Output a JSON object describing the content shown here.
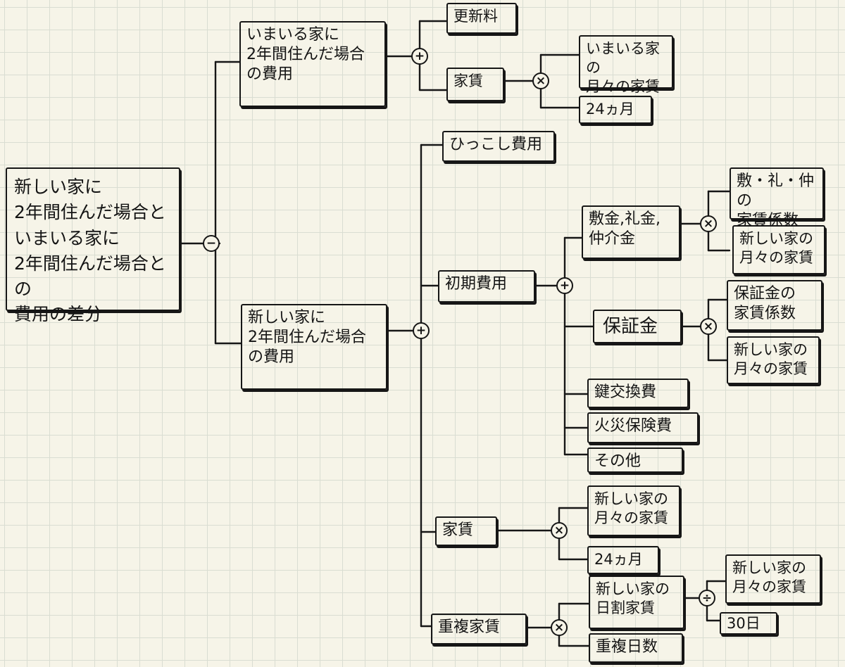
{
  "nodes": {
    "root": "新しい家に\n2年間住んだ場合と\nいまいる家に\n2年間住んだ場合との\n費用の差分",
    "current_cost": "いまいる家に\n2年間住んだ場合\nの費用",
    "renewal_fee": "更新料",
    "current_rent": "家賃",
    "current_monthly_rent": "いまいる家の\n月々の家賃",
    "current_24_months": "24ヵ月",
    "new_cost": "新しい家に\n2年間住んだ場合\nの費用",
    "moving_cost": "ひっこし費用",
    "initial_cost": "初期費用",
    "key_money_group": "敷金,礼金,\n仲介金",
    "key_money_coefficient": "敷・礼・仲の\n家賃係数",
    "key_money_monthly_rent": "新しい家の\n月々の家賃",
    "deposit": "保証金",
    "deposit_coefficient": "保証金の\n家賃係数",
    "deposit_monthly_rent": "新しい家の\n月々の家賃",
    "key_exchange": "鍵交換費",
    "fire_insurance": "火災保険費",
    "other": "その他",
    "new_rent": "家賃",
    "new_monthly_rent": "新しい家の\n月々の家賃",
    "new_24_months": "24ヵ月",
    "duplicate_rent": "重複家賃",
    "daily_rent": "新しい家の\n日割家賃",
    "daily_monthly_rent": "新しい家の\n月々の家賃",
    "days_30": "30日",
    "duplicate_days": "重複日数"
  },
  "operators": {
    "minus": "−",
    "plus": "+",
    "times": "×",
    "divide": "÷"
  }
}
